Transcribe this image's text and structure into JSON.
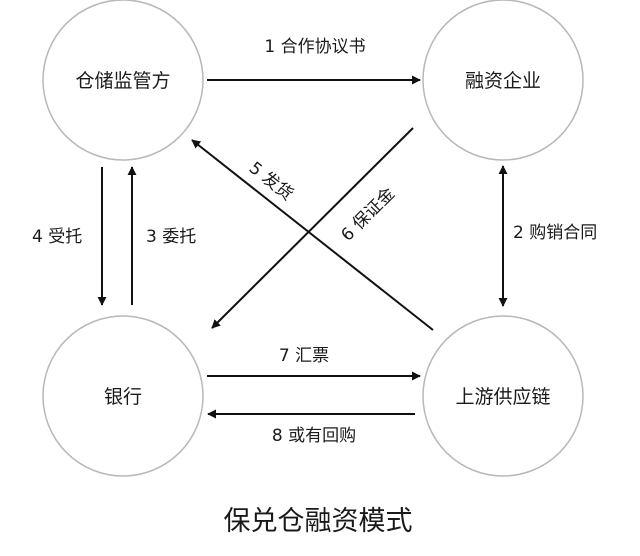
{
  "diagram": {
    "nodes": {
      "warehouse": "仓储监管方",
      "enterprise": "融资企业",
      "bank": "银行",
      "upstream": "上游供应链"
    },
    "edges": {
      "e1": "1 合作协议书",
      "e2": "2 购销合同",
      "e3": "3 委托",
      "e4": "4 受托",
      "e5": "5 发货",
      "e6": "6 保证金",
      "e7": "7 汇票",
      "e8": "8 或有回购"
    },
    "caption": "保兑仓融资模式"
  }
}
